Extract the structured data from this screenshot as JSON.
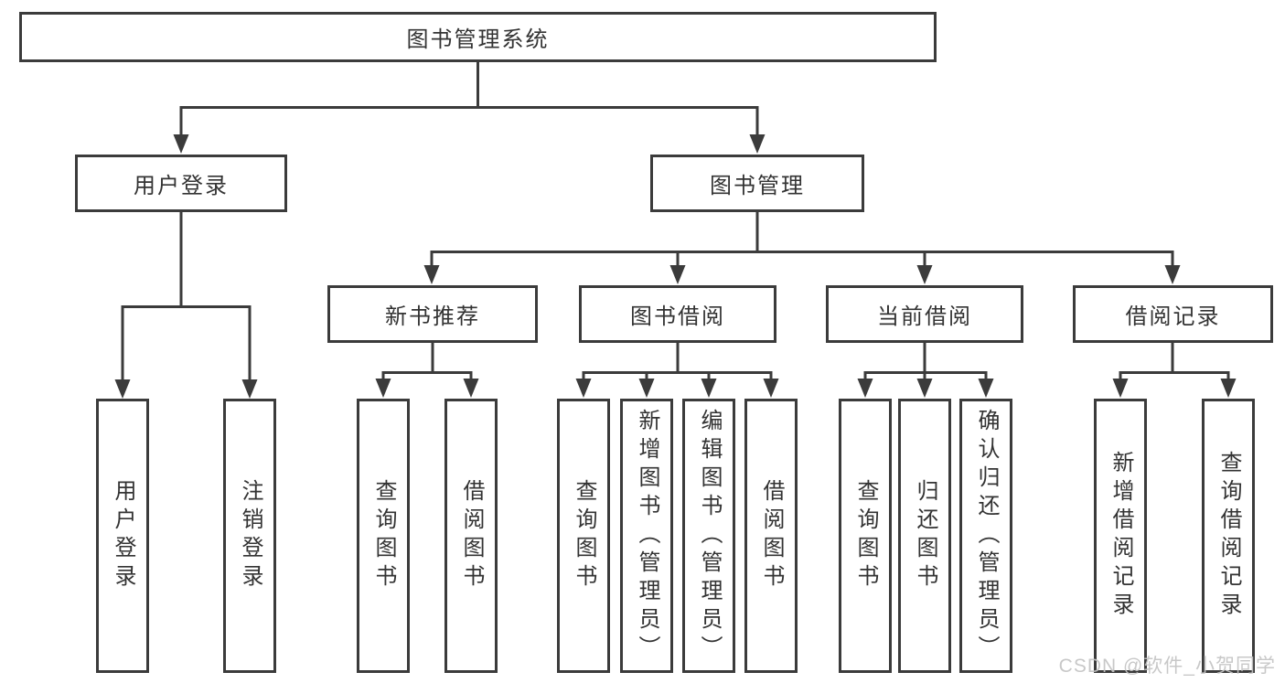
{
  "colors": {
    "line": "#3b3b3b",
    "text": "#333333",
    "box_background": "#ffffff",
    "watermark_text": "#c4c4c4"
  },
  "tree": {
    "root": {
      "label": "图书管理系统"
    },
    "branches": [
      {
        "label": "用户登录",
        "children": [
          {
            "label": "用户登录"
          },
          {
            "label": "注销登录"
          }
        ]
      },
      {
        "label": "图书管理",
        "children": [
          {
            "label": "新书推荐",
            "children": [
              {
                "label": "查询图书"
              },
              {
                "label": "借阅图书"
              }
            ]
          },
          {
            "label": "图书借阅",
            "children": [
              {
                "label": "查询图书"
              },
              {
                "label": "新增图书（管理员）"
              },
              {
                "label": "编辑图书（管理员）"
              },
              {
                "label": "借阅图书"
              }
            ]
          },
          {
            "label": "当前借阅",
            "children": [
              {
                "label": "查询图书"
              },
              {
                "label": "归还图书"
              },
              {
                "label": "确认归还（管理员）"
              }
            ]
          },
          {
            "label": "借阅记录",
            "children": [
              {
                "label": "新增借阅记录"
              },
              {
                "label": "查询借阅记录"
              }
            ]
          }
        ]
      }
    ]
  },
  "watermark": {
    "text": "CSDN @软件_小贺同学"
  }
}
